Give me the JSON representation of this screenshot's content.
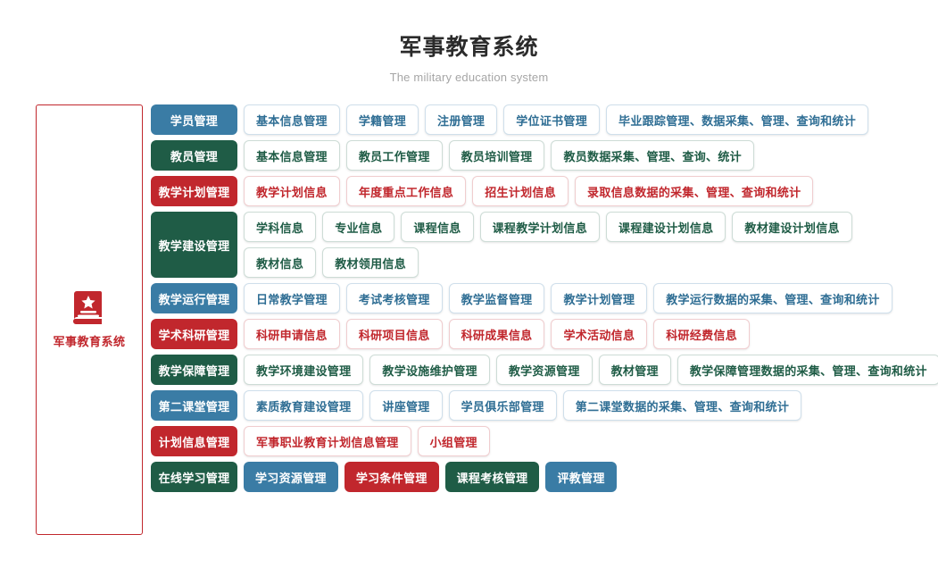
{
  "header": {
    "title": "军事教育系统",
    "subtitle": "The military education system"
  },
  "sidebar": {
    "brand_label": "军事教育系统",
    "brand_icon": "book-star-icon"
  },
  "colors": {
    "blue": "#3a7ca5",
    "green": "#1f5c46",
    "red": "#c1272d",
    "title": "#2b2b2b",
    "subtitle": "#a6a6a6"
  },
  "rows": [
    {
      "category": "学员管理",
      "color": "blue",
      "filled_items": false,
      "lines": [
        [
          "基本信息管理",
          "学籍管理",
          "注册管理",
          "学位证书管理",
          "毕业跟踪管理、数据采集、管理、查询和统计"
        ]
      ]
    },
    {
      "category": "教员管理",
      "color": "green",
      "filled_items": false,
      "lines": [
        [
          "基本信息管理",
          "教员工作管理",
          "教员培训管理",
          "教员数据采集、管理、查询、统计"
        ]
      ]
    },
    {
      "category": "教学计划管理",
      "color": "red",
      "filled_items": false,
      "lines": [
        [
          "教学计划信息",
          "年度重点工作信息",
          "招生计划信息",
          "录取信息数据的采集、管理、查询和统计"
        ]
      ]
    },
    {
      "category": "教学建设管理",
      "color": "green",
      "filled_items": false,
      "lines": [
        [
          "学科信息",
          "专业信息",
          "课程信息",
          "课程教学计划信息",
          "课程建设计划信息",
          "教材建设计划信息"
        ],
        [
          "教材信息",
          "教材领用信息"
        ]
      ]
    },
    {
      "category": "教学运行管理",
      "color": "blue",
      "filled_items": false,
      "lines": [
        [
          "日常教学管理",
          "考试考核管理",
          "教学监督管理",
          "教学计划管理",
          "教学运行数据的采集、管理、查询和统计"
        ]
      ]
    },
    {
      "category": "学术科研管理",
      "color": "red",
      "filled_items": false,
      "lines": [
        [
          "科研申请信息",
          "科研项目信息",
          "科研成果信息",
          "学术活动信息",
          "科研经费信息"
        ]
      ]
    },
    {
      "category": "教学保障管理",
      "color": "green",
      "filled_items": false,
      "lines": [
        [
          "教学环境建设管理",
          "教学设施维护管理",
          "教学资源管理",
          "教材管理",
          "教学保障管理数据的采集、管理、查询和统计"
        ]
      ]
    },
    {
      "category": "第二课堂管理",
      "color": "blue",
      "filled_items": false,
      "lines": [
        [
          "素质教育建设管理",
          "讲座管理",
          "学员俱乐部管理",
          "第二课堂数据的采集、管理、查询和统计"
        ]
      ]
    },
    {
      "category": "计划信息管理",
      "color": "red",
      "filled_items": false,
      "lines": [
        [
          "军事职业教育计划信息管理",
          "小组管理"
        ]
      ]
    },
    {
      "category": "在线学习管理",
      "color": "green",
      "filled_items": true,
      "item_colors": [
        "blue",
        "red",
        "green",
        "blue"
      ],
      "lines": [
        [
          "学习资源管理",
          "学习条件管理",
          "课程考核管理",
          "评教管理"
        ]
      ]
    }
  ]
}
